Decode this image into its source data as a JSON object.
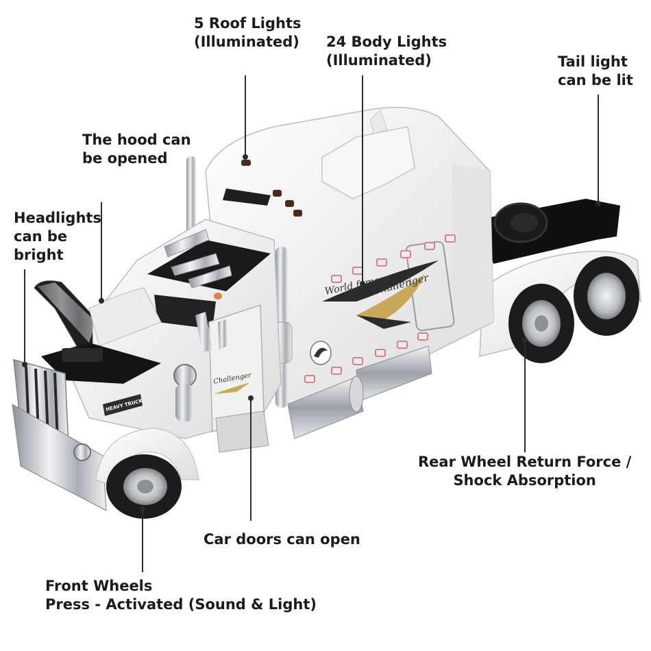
{
  "callouts": {
    "roof_lights": {
      "line1": "5 Roof Lights",
      "line2": "(Illuminated)"
    },
    "body_lights": {
      "line1": "24 Body Lights",
      "line2": "(Illuminated)"
    },
    "tail_light": {
      "line1": "Tail light",
      "line2": "can be lit"
    },
    "hood": {
      "line1": "The hood can",
      "line2": "be opened"
    },
    "headlights": {
      "line1": "Headlights",
      "line2": "can be",
      "line3": "bright"
    },
    "rear_wheel": {
      "line1": "Rear Wheel Return Force /",
      "line2": "Shock Absorption"
    },
    "doors": {
      "line1": "Car doors can open"
    },
    "front_wheels": {
      "line1": "Front Wheels",
      "line2": "Press - Activated (Sound & Light)"
    }
  },
  "truck": {
    "body_text_1": "World famous",
    "body_text_2": "Challenger",
    "door_text": "Challenger",
    "badge_text": "HEAVY TRUCK"
  },
  "colors": {
    "body": "#f3f3f1",
    "chrome": "#c9ccd1",
    "tire": "#1c1c1c",
    "label": "#1b1b1b"
  }
}
